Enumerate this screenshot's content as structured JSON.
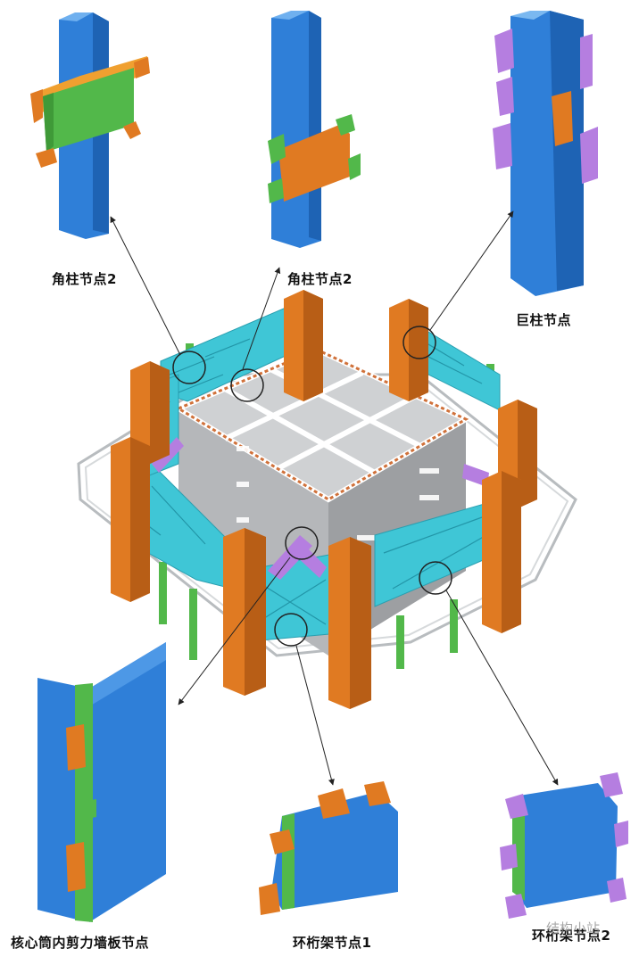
{
  "labels": {
    "corner_column_joint_1": "角柱节点2",
    "corner_column_joint_2": "角柱节点2",
    "mega_column_joint": "巨柱节点",
    "core_shear_wall_joint": "核心筒内剪力墙板节点",
    "ring_truss_joint_1": "环桁架节点1",
    "ring_truss_joint_2": "环桁架节点2"
  },
  "watermark": "结构小站",
  "colors": {
    "blue": "#2f7fd8",
    "orange": "#e07a22",
    "green": "#52b84a",
    "cyan": "#3fc6d6",
    "purple": "#b57ee0",
    "gray": "#b5b7ba"
  }
}
